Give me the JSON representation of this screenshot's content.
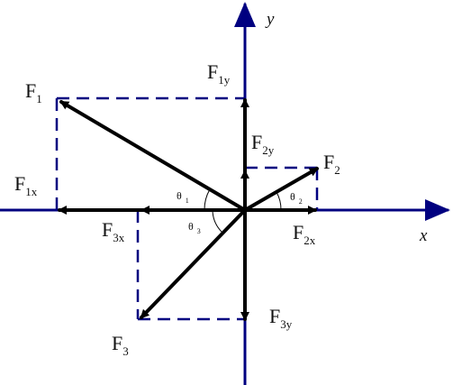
{
  "diagram": {
    "colors": {
      "axis": "#000080",
      "dashed": "#000080",
      "vector": "#000000",
      "background": "#ffffff"
    },
    "axes": {
      "x_label": "x",
      "y_label": "y"
    },
    "forces": {
      "F1": {
        "main": "F",
        "sub": "1"
      },
      "F2": {
        "main": "F",
        "sub": "2"
      },
      "F3": {
        "main": "F",
        "sub": "3"
      },
      "F1x": {
        "main": "F",
        "sub": "1x"
      },
      "F1y": {
        "main": "F",
        "sub": "1y"
      },
      "F2x": {
        "main": "F",
        "sub": "2x"
      },
      "F2y": {
        "main": "F",
        "sub": "2y"
      },
      "F3x": {
        "main": "F",
        "sub": "3x"
      },
      "F3y": {
        "main": "F",
        "sub": "3y"
      }
    },
    "angles": {
      "theta1": {
        "main": "θ",
        "sub": "1"
      },
      "theta2": {
        "main": "θ",
        "sub": "2"
      },
      "theta3": {
        "main": "θ",
        "sub": "3"
      }
    }
  }
}
